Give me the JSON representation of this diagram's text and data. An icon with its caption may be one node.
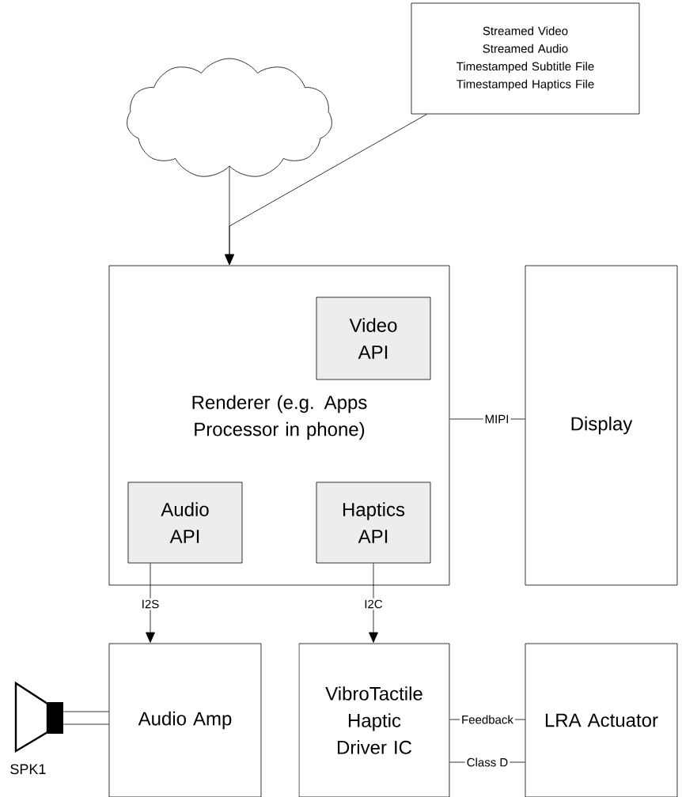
{
  "diagram": {
    "nodes": [
      {
        "text": [],
        "shape": "cloud"
      },
      {
        "text": [
          "Streamed Video",
          "Streamed Audio",
          "Timestamped Subtitle File",
          "Timestamped Haptics File"
        ]
      },
      {
        "text": [
          "Renderer (e.g. Apps Processor in phone)"
        ]
      },
      {
        "text": [
          "Video API"
        ],
        "in": 2
      },
      {
        "text": [
          "Audio API"
        ],
        "in": 2
      },
      {
        "text": [
          "Haptics API"
        ],
        "in": 2
      },
      {
        "text": [
          "Display"
        ]
      },
      {
        "text": [
          "Audio Amp"
        ]
      },
      {
        "text": [
          "VibroTactile Haptic Driver IC"
        ]
      },
      {
        "text": [
          "LRA Actuator"
        ]
      },
      {
        "text": [],
        "shape": "speaker",
        "beside": [
          "SPK1"
        ]
      }
    ],
    "edges": [
      {
        "from": 0,
        "to": 2,
        "arrow": "to"
      },
      {
        "from": 1,
        "to": 2,
        "arrow": "to"
      },
      {
        "from": 2,
        "to": 6,
        "arrow": "none",
        "label": "MIPI"
      },
      {
        "from": 4,
        "to": 7,
        "arrow": "to",
        "label": "I2S"
      },
      {
        "from": 5,
        "to": 8,
        "arrow": "to",
        "label": "I2C"
      },
      {
        "from": 8,
        "to": 9,
        "arrow": "none",
        "label": "Feedback"
      },
      {
        "from": 8,
        "to": 9,
        "arrow": "none",
        "label": "Class D"
      },
      {
        "from": 10,
        "to": 7,
        "arrow": "none"
      },
      {
        "from": 10,
        "to": 7,
        "arrow": "none"
      }
    ]
  }
}
